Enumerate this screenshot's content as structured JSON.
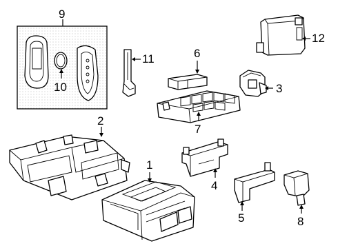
{
  "callouts": {
    "c1": "1",
    "c2": "2",
    "c3": "3",
    "c4": "4",
    "c5": "5",
    "c6": "6",
    "c7": "7",
    "c8": "8",
    "c9": "9",
    "c10": "10",
    "c11": "11",
    "c12": "12"
  },
  "colors": {
    "line": "#000000",
    "background": "#ffffff",
    "key_box_fill": "#f7f7f7"
  }
}
